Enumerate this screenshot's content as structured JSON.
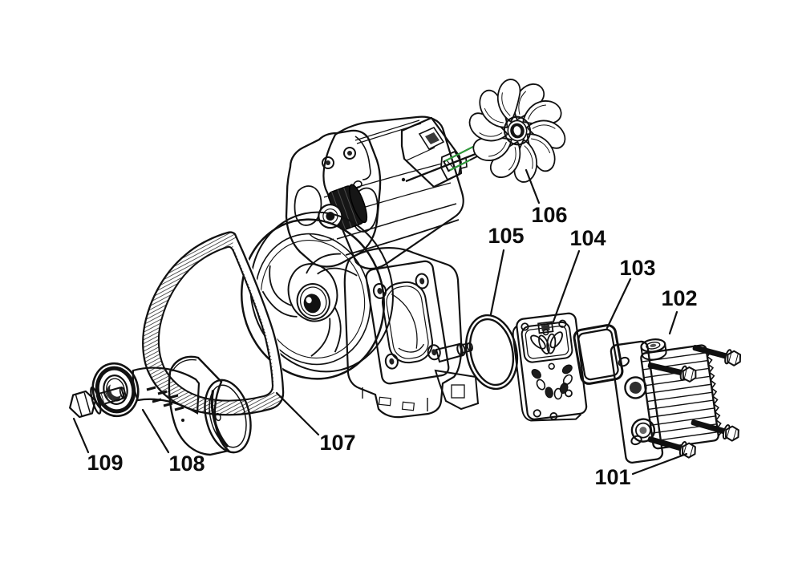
{
  "diagram": {
    "background_color": "#ffffff",
    "line_color": "#111111",
    "highlight_color": "#2f9e3b",
    "callouts": {
      "c101": {
        "label": "101"
      },
      "c102": {
        "label": "102"
      },
      "c103": {
        "label": "103"
      },
      "c104": {
        "label": "104"
      },
      "c105": {
        "label": "105"
      },
      "c106": {
        "label": "106"
      },
      "c107": {
        "label": "107"
      },
      "c108": {
        "label": "108"
      },
      "c109": {
        "label": "109"
      }
    }
  }
}
